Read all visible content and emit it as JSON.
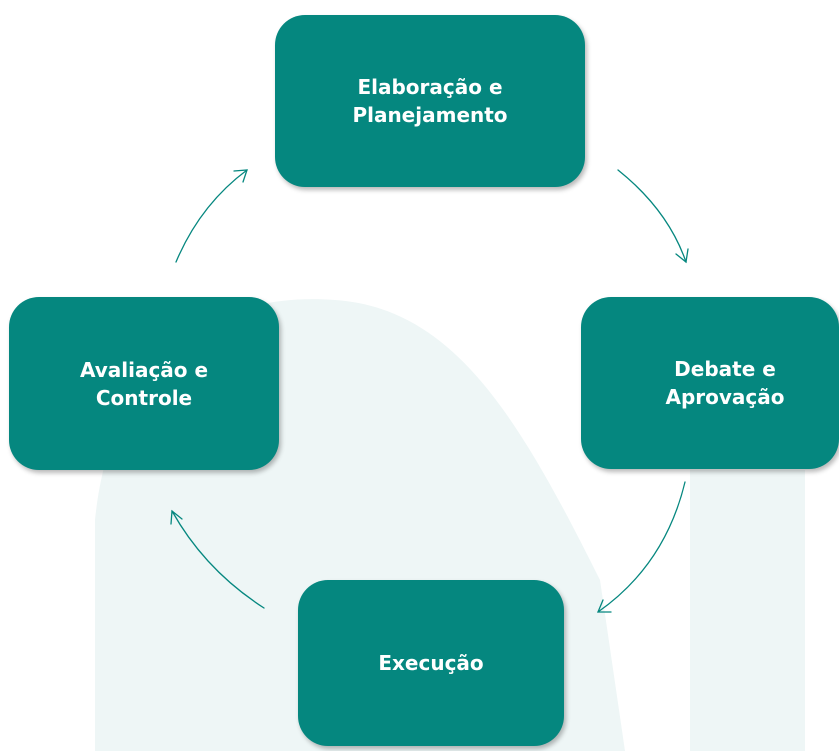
{
  "diagram": {
    "type": "cycle",
    "colors": {
      "node_fill": "#05877f",
      "node_text": "#ffffff",
      "arrow": "#05877f",
      "watermark": "#eef6f6"
    },
    "nodes": [
      {
        "id": "elaboracao",
        "line1": "Elaboração e",
        "line2": "Planejamento"
      },
      {
        "id": "debate",
        "line1": "Debate e",
        "line2": "Aprovação"
      },
      {
        "id": "execucao",
        "line1": "Execução"
      },
      {
        "id": "avaliacao",
        "line1": "Avaliação e",
        "line2": "Controle"
      }
    ],
    "edges": [
      {
        "from": "elaboracao",
        "to": "debate"
      },
      {
        "from": "debate",
        "to": "execucao"
      },
      {
        "from": "execucao",
        "to": "avaliacao"
      },
      {
        "from": "avaliacao",
        "to": "elaboracao"
      }
    ]
  }
}
